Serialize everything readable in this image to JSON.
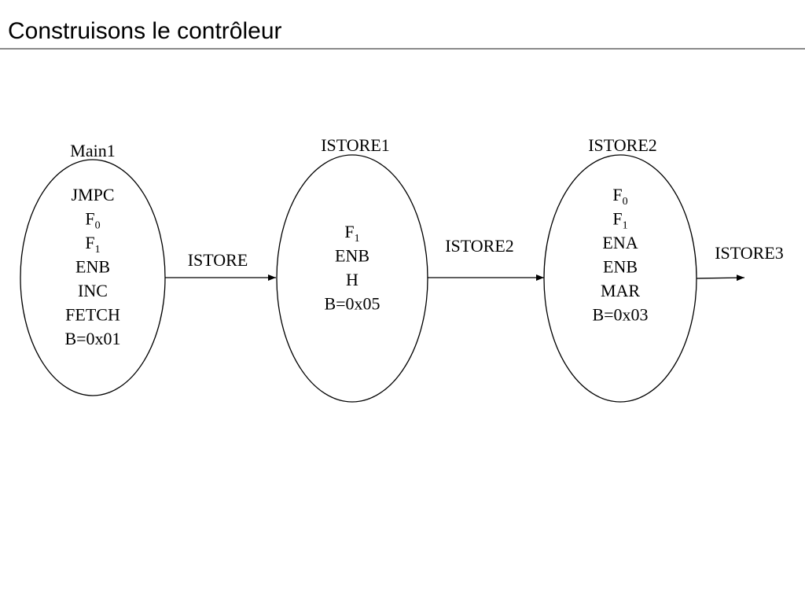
{
  "slide": {
    "title": "Construisons le contrôleur"
  },
  "states": [
    {
      "name": "Main1",
      "lines": [
        {
          "text": "JMPC"
        },
        {
          "text": "F",
          "sub": "0"
        },
        {
          "text": "F",
          "sub": "1"
        },
        {
          "text": "ENB"
        },
        {
          "text": "INC"
        },
        {
          "text": "FETCH"
        },
        {
          "text": "B=0x01"
        }
      ]
    },
    {
      "name": "ISTORE1",
      "lines": [
        {
          "text": "F",
          "sub": "1"
        },
        {
          "text": "ENB"
        },
        {
          "text": "H"
        },
        {
          "text": "B=0x05"
        }
      ]
    },
    {
      "name": "ISTORE2",
      "lines": [
        {
          "text": "F",
          "sub": "0"
        },
        {
          "text": "F",
          "sub": "1"
        },
        {
          "text": "ENA"
        },
        {
          "text": "ENB"
        },
        {
          "text": "MAR"
        },
        {
          "text": "B=0x03"
        }
      ]
    }
  ],
  "transitions": [
    {
      "label": "ISTORE"
    },
    {
      "label": "ISTORE2"
    },
    {
      "label": "ISTORE3"
    }
  ],
  "colors": {
    "stroke": "#000000",
    "rule": "#8a8a8a",
    "text": "#000000"
  }
}
